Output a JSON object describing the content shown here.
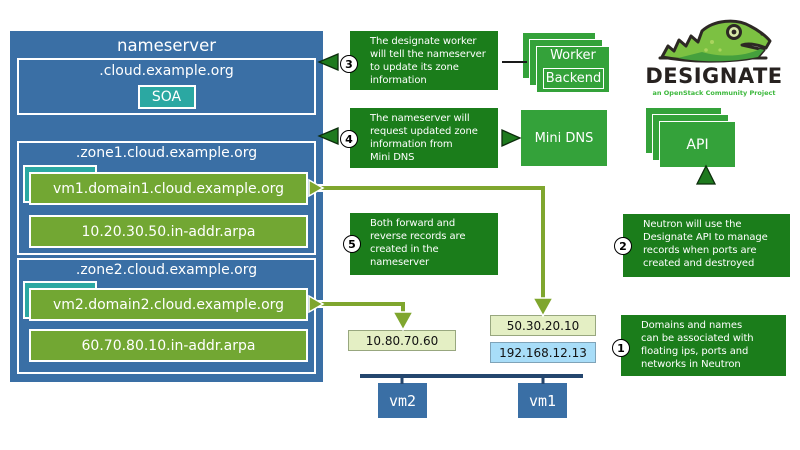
{
  "nameserver": {
    "title": "nameserver",
    "soa_zone": {
      "label": ".cloud.example.org",
      "record": "SOA"
    },
    "zones": [
      {
        "label": ".zone1.cloud.example.org",
        "forward_record": "vm1.domain1.cloud.example.org",
        "reverse_record": "10.20.30.50.in-addr.arpa"
      },
      {
        "label": ".zone2.cloud.example.org",
        "forward_record": "vm2.domain2.cloud.example.org",
        "reverse_record": "60.70.80.10.in-addr.arpa"
      }
    ]
  },
  "steps": [
    {
      "number": "1",
      "text": "Domains and names\ncan be associated with\nfloating ips, ports and\nnetworks in Neutron"
    },
    {
      "number": "2",
      "text": "Neutron will use the\nDesignate API to manage\nrecords when ports are\ncreated and destroyed"
    },
    {
      "number": "3",
      "text": "The designate worker\nwill tell the nameserver\nto update its zone\ninformation"
    },
    {
      "number": "4",
      "text": "The nameserver will\nrequest updated zone\ninformation from\nMini DNS"
    },
    {
      "number": "5",
      "text": "Both forward and\nreverse records are\ncreated in the\nnameserver"
    }
  ],
  "components": {
    "worker": {
      "title": "Worker",
      "sub": "Backend"
    },
    "mini_dns": {
      "title": "Mini DNS"
    },
    "api": {
      "title": "API"
    }
  },
  "logo": {
    "wordmark": "DESIGNATE",
    "tagline": "an OpenStack Community Project"
  },
  "ip_labels": {
    "vm2_floating": "10.80.70.60",
    "vm1_floating": "50.30.20.10",
    "vm1_fixed": "192.168.12.13"
  },
  "vms": [
    {
      "label": "vm2"
    },
    {
      "label": "vm1"
    }
  ],
  "colors": {
    "nameserver_blue": "#3a6fa5",
    "record_green": "#72a733",
    "teal": "#2ba8a2",
    "step_green": "#1b7d1b",
    "component_green": "#34a23a",
    "arrow_olive": "#7fa62e",
    "arrow_dark_green": "#1e7a1e",
    "floating_ip_bg": "#e4efc4",
    "fixed_ip_bg": "#a8ddf8",
    "network_line": "#24466e"
  }
}
